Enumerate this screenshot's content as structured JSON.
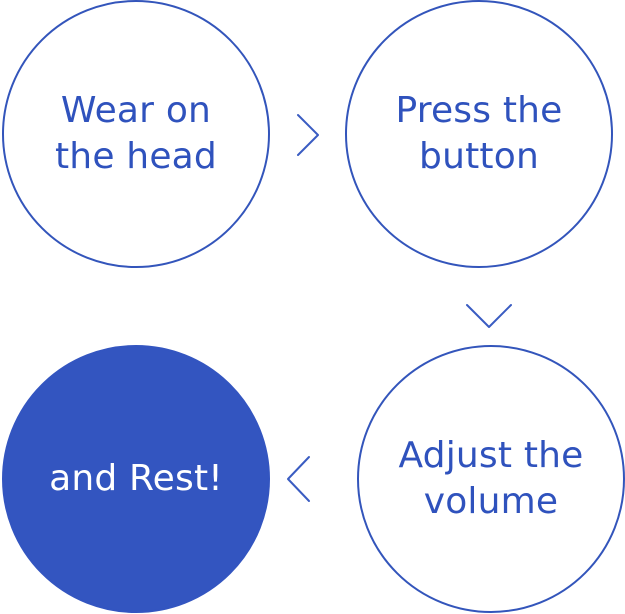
{
  "steps": [
    {
      "label": "Wear on\nthe head"
    },
    {
      "label": "Press the\nbutton"
    },
    {
      "label": "Adjust the\nvolume"
    },
    {
      "label": "and Rest!"
    }
  ],
  "colors": {
    "accent": "#3355c0",
    "outline": "#3355bb",
    "text": "#2f52bd",
    "filled_text": "#ffffff",
    "background": "#ffffff"
  },
  "icons": {
    "arrow_1": "chevron-right-icon",
    "arrow_2": "chevron-down-icon",
    "arrow_3": "chevron-left-icon"
  }
}
